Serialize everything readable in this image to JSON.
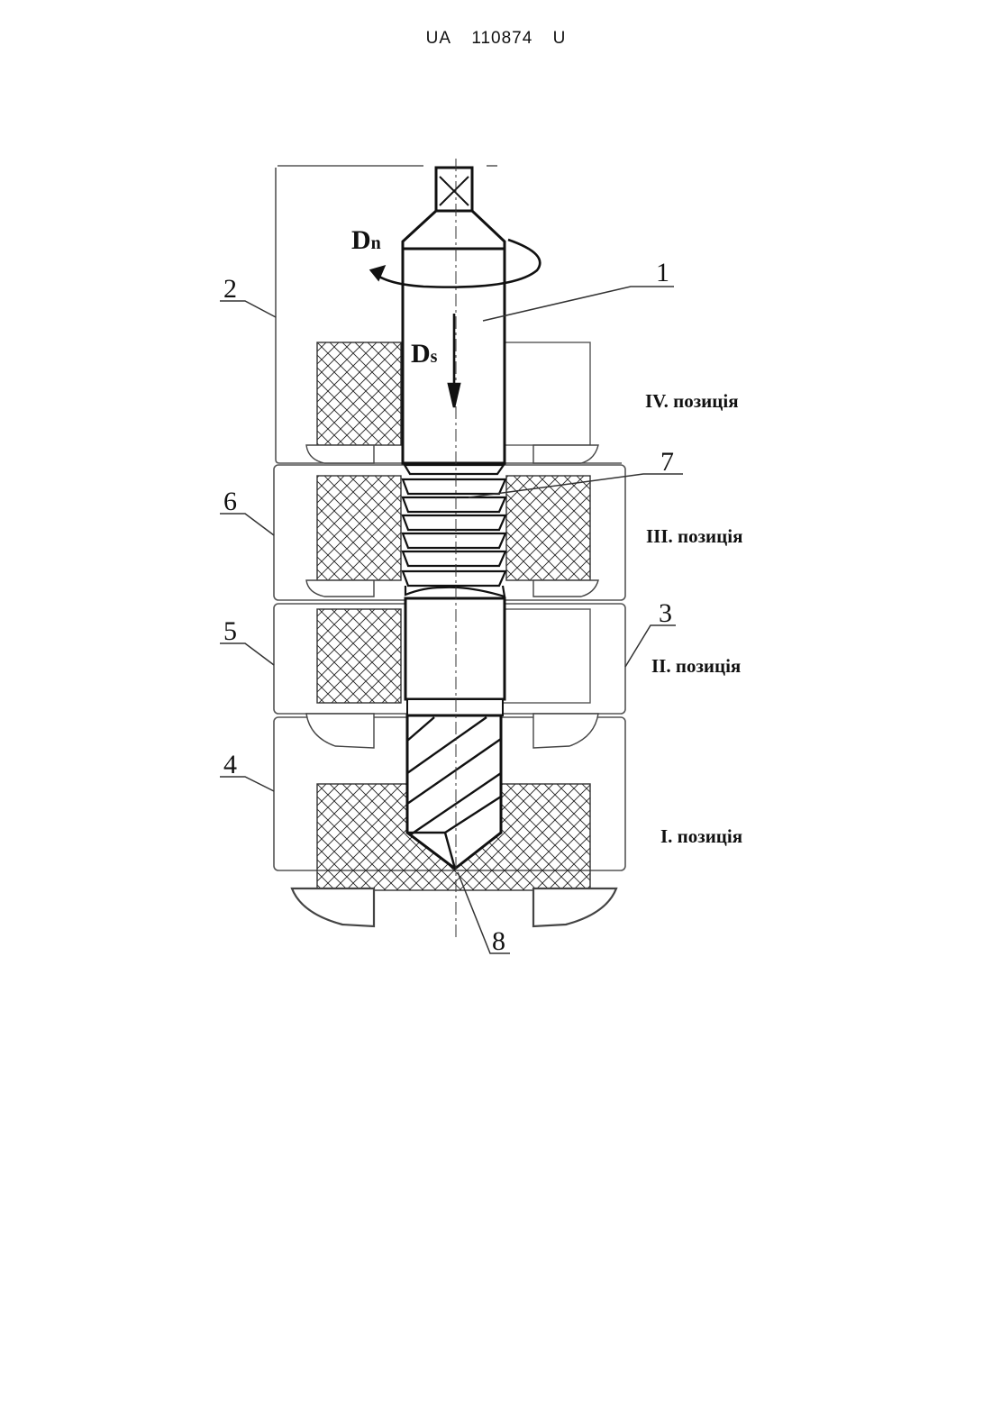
{
  "header": {
    "country": "UA",
    "number": "110874",
    "kind": "U"
  },
  "labels": {
    "part_1": "1",
    "part_2": "2",
    "part_3": "3",
    "part_4": "4",
    "part_5": "5",
    "part_6": "6",
    "part_7": "7",
    "part_8": "8"
  },
  "positions": {
    "pos_4": "IV. позиція",
    "pos_3": "III. позиція",
    "pos_2": "II. позиція",
    "pos_1": "I. позиція"
  },
  "motions": {
    "rotation_main": "D",
    "rotation_sub": "n",
    "feed_main": "D",
    "feed_sub": "s"
  },
  "colors": {
    "ink": "#111111",
    "frame": "#555555"
  }
}
